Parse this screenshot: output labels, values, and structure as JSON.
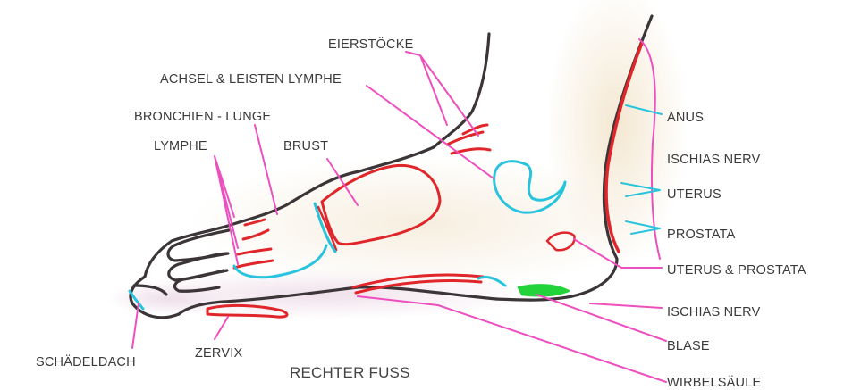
{
  "title": "RECHTER FUSS",
  "labels": {
    "eierstoecke": "EIERSTÖCKE",
    "achsel": "ACHSEL & LEISTEN LYMPHE",
    "bronchien": "BRONCHIEN - LUNGE",
    "lymphe": "LYMPHE",
    "brust": "BRUST",
    "anus": "ANUS",
    "ischias_top": "ISCHIAS NERV",
    "uterus": "UTERUS",
    "prostata": "PROSTATA",
    "uterus_prostata": "UTERUS & PROSTATA",
    "ischias_bottom": "ISCHIAS NERV",
    "blase": "BLASE",
    "wirbelsaeule": "WIRBELSÄULE",
    "schaedeldach": "SCHÄDELDACH",
    "zervix": "ZERVIX"
  },
  "colors": {
    "outline": "#3b3537",
    "reflex_red": "#e0262a",
    "reflex_cyan": "#28c4de",
    "pointer_pink": "#ee4fbf",
    "bladder_green": "#22d33a",
    "label_text": "#3a3a3a"
  }
}
